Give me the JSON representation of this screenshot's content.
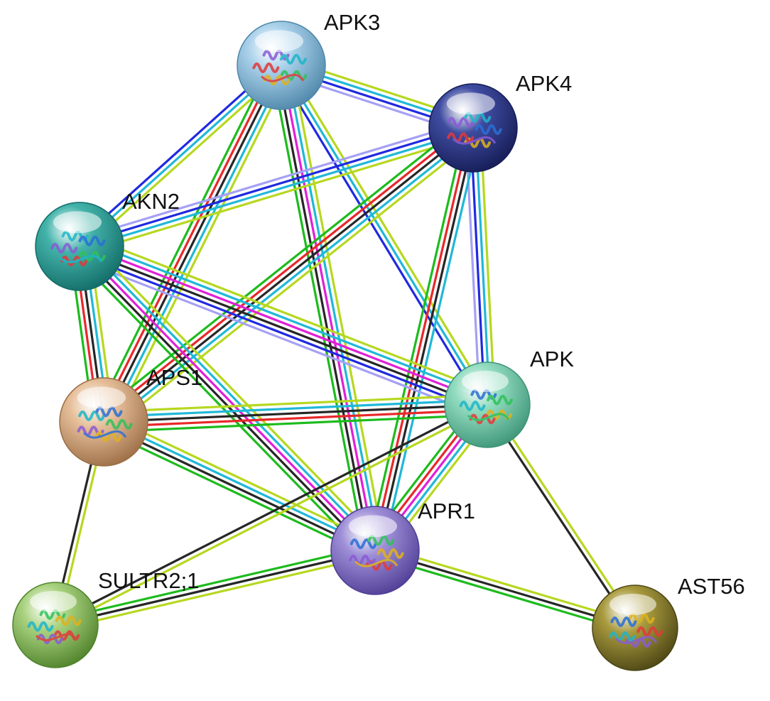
{
  "network": {
    "edge_colors": {
      "neighborhood": "#3f9ee0",
      "fusion": "#e8282b",
      "cooccurrence": "#2029e0",
      "coexpression": "#262626",
      "experiments": "#e020d8",
      "databases": "#20b8d8",
      "textmining": "#b6d81f",
      "homology": "#a6a0f5",
      "green": "#1dbb1d"
    },
    "nodes": [
      {
        "id": "APK3",
        "label": "APK3",
        "color": "#a8d0ea",
        "dark": "#4d86a8",
        "protein": "protein-structure-icon"
      },
      {
        "id": "APK4",
        "label": "APK4",
        "color": "#3f4ca0",
        "dark": "#151c55",
        "protein": "protein-structure-icon"
      },
      {
        "id": "AKN2",
        "label": "AKN2",
        "color": "#43b3aa",
        "dark": "#126b66",
        "protein": "protein-structure-icon"
      },
      {
        "id": "APS1",
        "label": "APS1",
        "color": "#e6bf9a",
        "dark": "#9b6d45",
        "protein": "protein-structure-icon"
      },
      {
        "id": "APK",
        "label": "APK",
        "color": "#92dcc0",
        "dark": "#3d9477",
        "protein": "protein-structure-icon"
      },
      {
        "id": "APR1",
        "label": "APR1",
        "color": "#9f8fd8",
        "dark": "#4f3e95",
        "protein": "protein-structure-icon"
      },
      {
        "id": "SULTR2;1",
        "label": "SULTR2;1",
        "color": "#a9d27f",
        "dark": "#4f822a",
        "protein": "protein-structure-icon"
      },
      {
        "id": "AST56",
        "label": "AST56",
        "color": "#a89a3e",
        "dark": "#4b4514",
        "protein": "protein-structure-icon"
      }
    ],
    "edges": [
      {
        "source": "APK3",
        "target": "APK4",
        "types": [
          "textmining",
          "databases",
          "cooccurrence",
          "homology"
        ]
      },
      {
        "source": "APK3",
        "target": "AKN2",
        "types": [
          "textmining",
          "databases",
          "cooccurrence"
        ]
      },
      {
        "source": "APK3",
        "target": "APS1",
        "types": [
          "textmining",
          "databases",
          "coexpression",
          "fusion",
          "green"
        ]
      },
      {
        "source": "APK3",
        "target": "APK",
        "types": [
          "textmining",
          "databases",
          "cooccurrence"
        ]
      },
      {
        "source": "APK3",
        "target": "APR1",
        "types": [
          "textmining",
          "databases",
          "experiments",
          "coexpression",
          "green"
        ]
      },
      {
        "source": "APK4",
        "target": "AKN2",
        "types": [
          "textmining",
          "databases",
          "cooccurrence",
          "homology"
        ]
      },
      {
        "source": "APK4",
        "target": "APS1",
        "types": [
          "textmining",
          "databases",
          "coexpression",
          "fusion",
          "green"
        ]
      },
      {
        "source": "APK4",
        "target": "APK",
        "types": [
          "textmining",
          "databases",
          "cooccurrence",
          "homology"
        ]
      },
      {
        "source": "APK4",
        "target": "APR1",
        "types": [
          "databases",
          "coexpression",
          "fusion",
          "green"
        ]
      },
      {
        "source": "AKN2",
        "target": "APS1",
        "types": [
          "textmining",
          "databases",
          "coexpression",
          "fusion",
          "green"
        ]
      },
      {
        "source": "AKN2",
        "target": "APK",
        "types": [
          "textmining",
          "databases",
          "experiments",
          "coexpression",
          "cooccurrence",
          "homology"
        ]
      },
      {
        "source": "AKN2",
        "target": "APR1",
        "types": [
          "textmining",
          "databases",
          "experiments",
          "coexpression",
          "green"
        ]
      },
      {
        "source": "APS1",
        "target": "APK",
        "types": [
          "textmining",
          "databases",
          "coexpression",
          "fusion",
          "green"
        ]
      },
      {
        "source": "APS1",
        "target": "APR1",
        "types": [
          "textmining",
          "databases",
          "coexpression",
          "green"
        ]
      },
      {
        "source": "APS1",
        "target": "SULTR2;1",
        "types": [
          "textmining",
          "coexpression"
        ]
      },
      {
        "source": "APK",
        "target": "APR1",
        "types": [
          "textmining",
          "databases",
          "experiments",
          "fusion",
          "green"
        ]
      },
      {
        "source": "APK",
        "target": "SULTR2;1",
        "types": [
          "textmining",
          "coexpression"
        ]
      },
      {
        "source": "APK",
        "target": "AST56",
        "types": [
          "textmining",
          "coexpression"
        ]
      },
      {
        "source": "APR1",
        "target": "SULTR2;1",
        "types": [
          "textmining",
          "coexpression",
          "green"
        ]
      },
      {
        "source": "APR1",
        "target": "AST56",
        "types": [
          "textmining",
          "coexpression",
          "green"
        ]
      }
    ]
  }
}
